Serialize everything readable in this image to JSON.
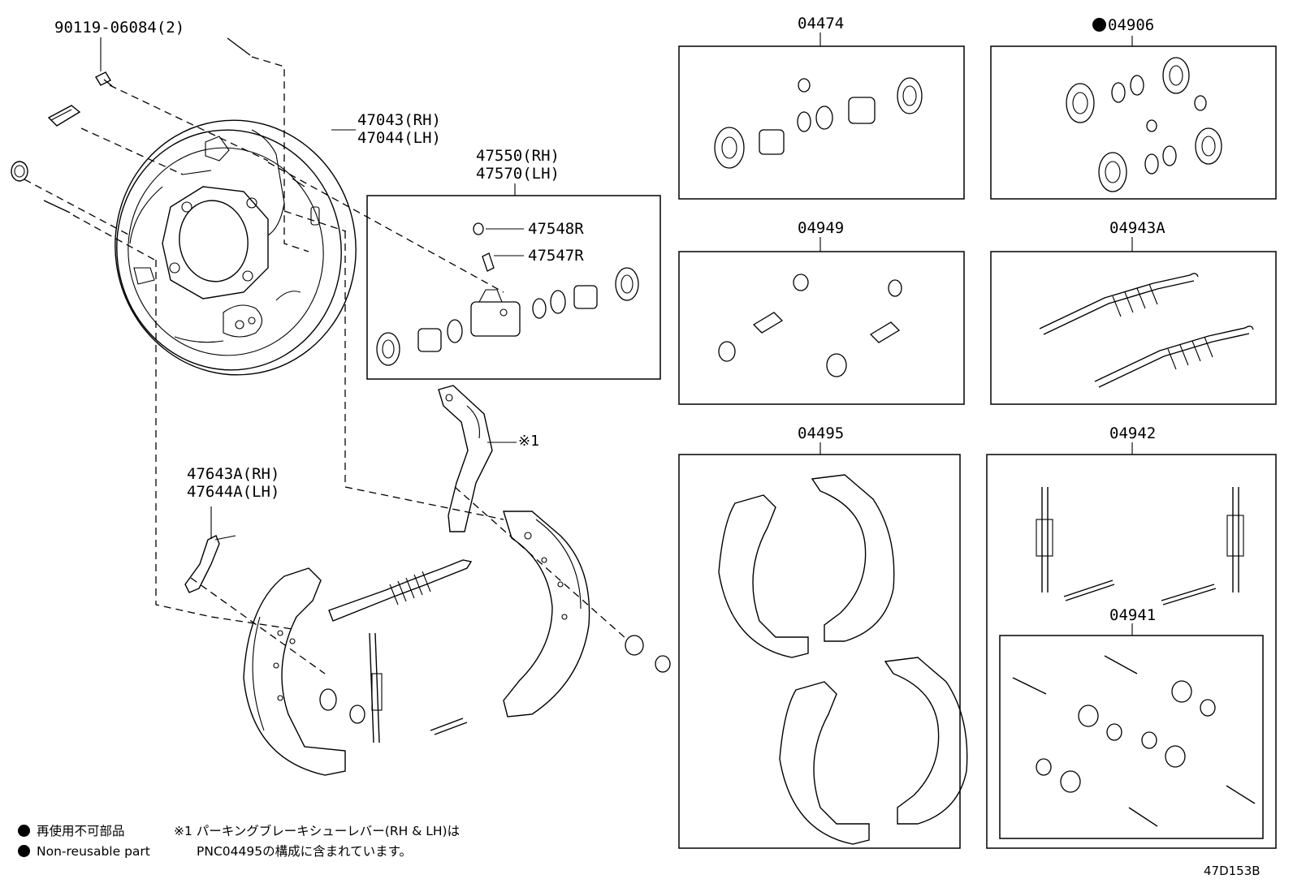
{
  "labels": {
    "bolt": "90119-06084(2)",
    "backing_plate_rh": "47043(RH)",
    "backing_plate_lh": "47044(LH)",
    "wheel_cyl_rh": "47550(RH)",
    "wheel_cyl_lh": "47570(LH)",
    "bleeder_cap": "47548R",
    "bleeder_plug": "47547R",
    "adjuster_lever_rh": "47643A(RH)",
    "adjuster_lever_lh": "47644A(LH)",
    "parking_lever_ref": "※1",
    "kit_04474": "04474",
    "kit_04906": "04906",
    "kit_04949": "04949",
    "kit_04943a": "04943A",
    "kit_04495": "04495",
    "kit_04942": "04942",
    "kit_04941": "04941"
  },
  "legend": {
    "jp_nonreusable": "再使用不可部品",
    "en_nonreusable": "Non-reusable part",
    "note_line1": "※1 パーキングブレーキシューレバー(RH & LH)は",
    "note_line2": "PNC04495の構成に含まれています。"
  },
  "diagram_id": "47D153B"
}
